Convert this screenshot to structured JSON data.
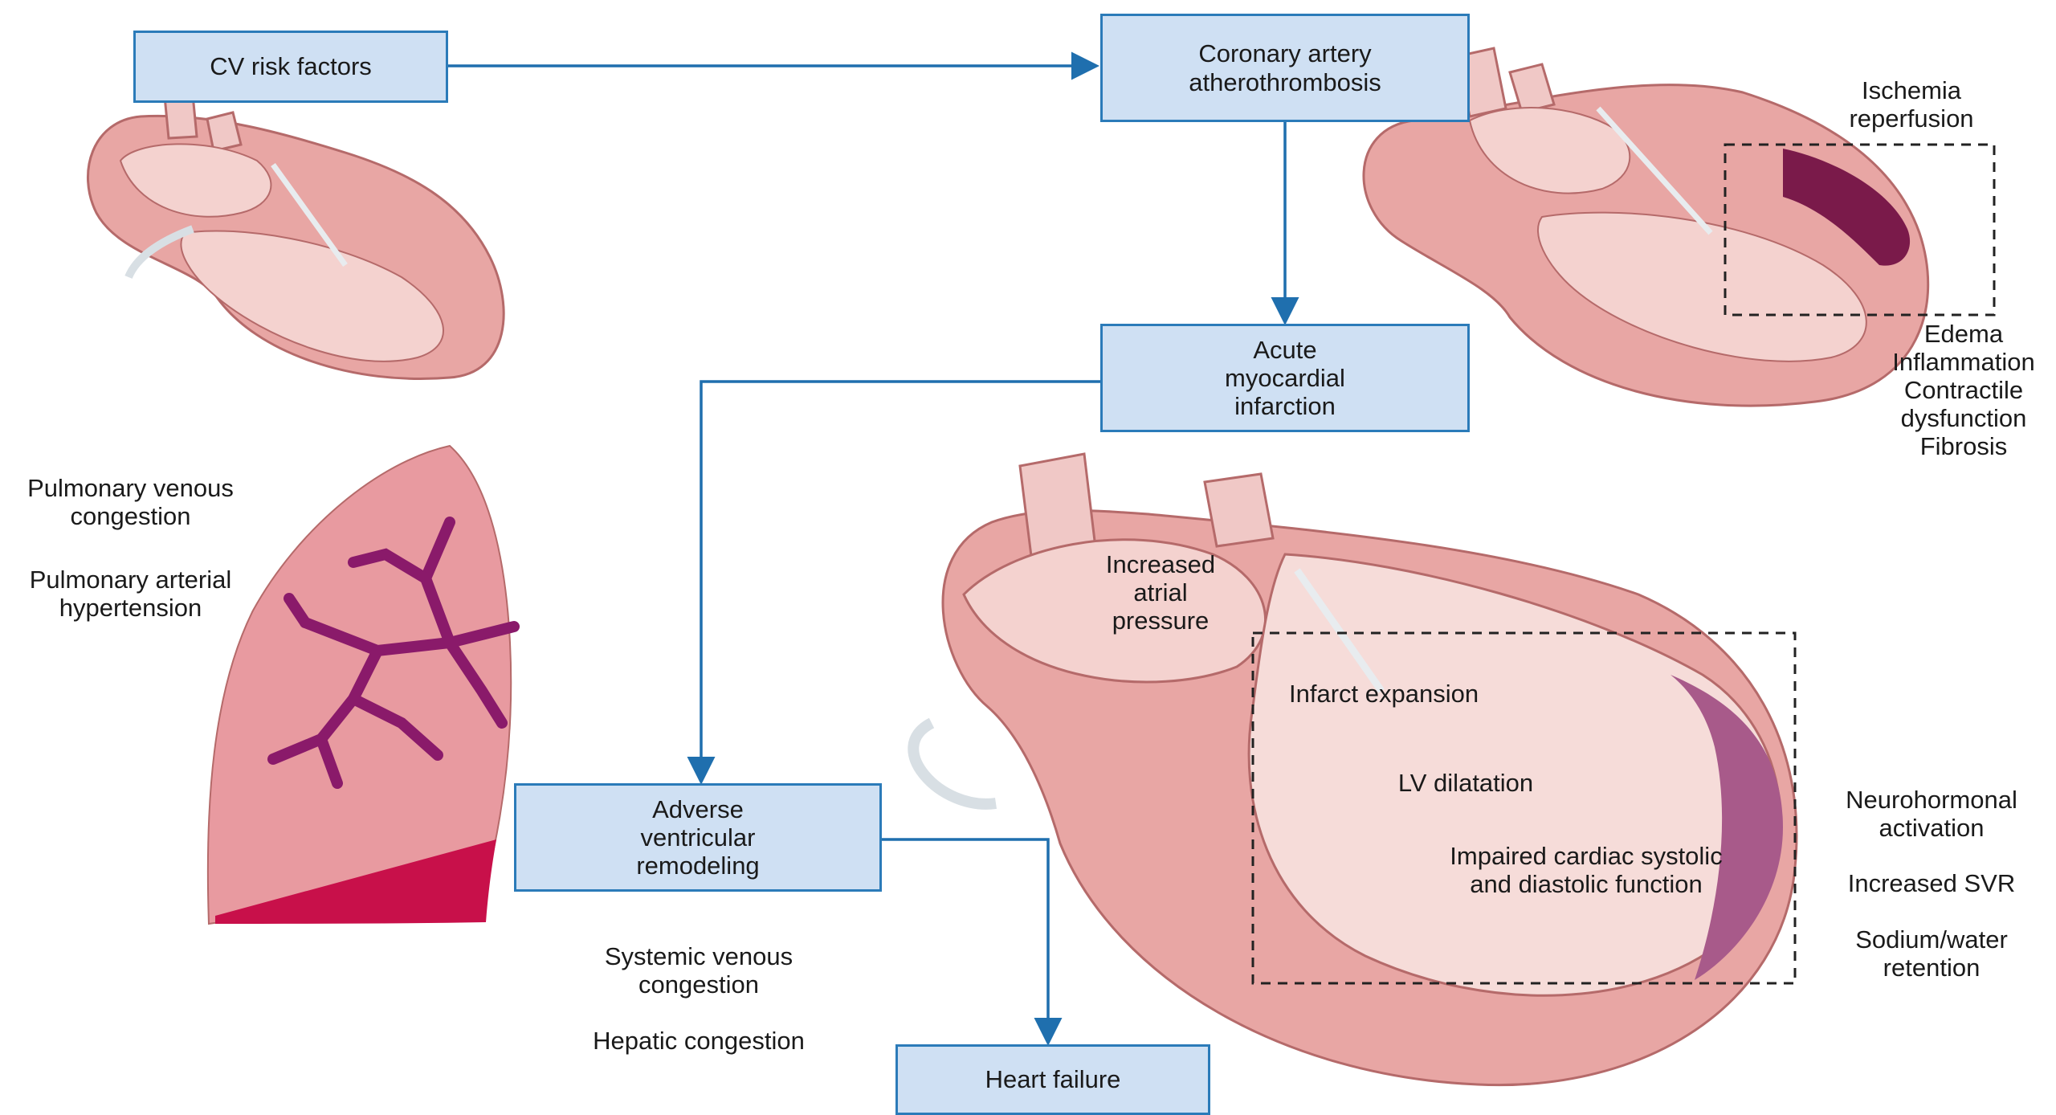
{
  "colors": {
    "box_fill": "#cfe0f3",
    "box_border": "#2b7bb9",
    "arrow": "#1f6fae",
    "heart_tissue": "#e8a6a4",
    "heart_light": "#f4d2cf",
    "infarct": "#7a1a4a",
    "lung": "#e89aa0",
    "lung_vessels": "#8a1a6a",
    "lung_congestion": "#c8104a"
  },
  "boxes": {
    "cv_risk": "CV risk factors",
    "coronary": "Coronary artery\natherothrombosis",
    "acute_mi": "Acute\nmyocardial\ninfarction",
    "remodeling": "Adverse\nventricular\nremodeling",
    "heart_failure": "Heart failure"
  },
  "labels": {
    "ischemia": "Ischemia\nreperfusion",
    "tissue_effects": "Edema\nInflammation\nContractile\ndysfunction\nFibrosis",
    "pulm_venous": "Pulmonary venous\ncongestion",
    "pulm_arterial": "Pulmonary arterial\nhypertension",
    "atrial_pressure": "Increased\natrial\npressure",
    "infarct_expansion": "Infarct expansion",
    "lv_dilatation": "LV dilatation",
    "impaired_function": "Impaired cardiac systolic\nand diastolic function",
    "neurohormonal": "Neurohormonal\nactivation",
    "svr": "Increased SVR",
    "sodium": "Sodium/water\nretention",
    "systemic_venous": "Systemic venous\ncongestion",
    "hepatic": "Hepatic congestion"
  }
}
